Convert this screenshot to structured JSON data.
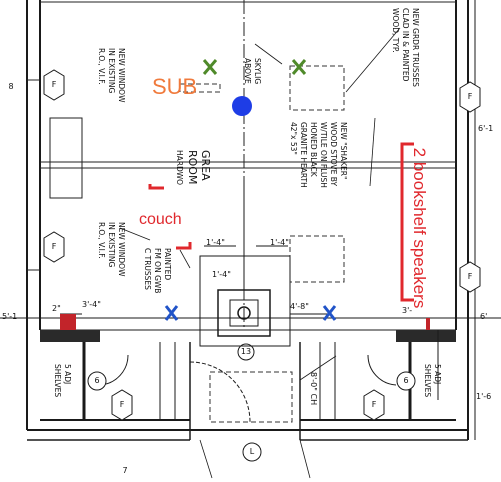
{
  "annotations": {
    "sub_label": "SUB",
    "couch_label": "couch",
    "speakers_label": "2 bookshelf speakers"
  },
  "plan_text": {
    "new_window_top": [
      "NEW WINDOW",
      "IN EXISTING",
      "R.O., V.I.F."
    ],
    "new_window_bottom": [
      "NEW WINDOW",
      "IN EXISTING",
      "R.O., V.I.F."
    ],
    "skylight": [
      "SKYLIG",
      "ABOVE"
    ],
    "girder": [
      "NEW GRDR TRUSSES",
      "CLAD IN & PAINTED",
      "WOOD, TYP."
    ],
    "stove": [
      "NEW \"SHAKER\"",
      "WOOD STOVE BY",
      "W/TILE ON FLUSH",
      "HONED BLACK",
      "GRANITE HEARTH",
      "42\"x 53\""
    ],
    "great_room": [
      "GREA",
      "ROOM",
      "HARDWO"
    ],
    "painted": [
      "PAINTED",
      "FM ON GWB",
      "C TRUSSES"
    ],
    "shelves_left": [
      "5 ADJ",
      "SHELVES"
    ],
    "shelves_right": [
      "5 ADJ",
      "SHELVES"
    ],
    "dim_1_4_a": "1'-4\"",
    "dim_1_4_b": "1'-4\"",
    "dim_1_4_c": "1'-4\"",
    "dim_4_8": "4'-8\"",
    "dim_6_1": "6'-1",
    "dim_6": "6'",
    "dim_1_6": "1'-6",
    "dim_2": "2\"",
    "dim_3_4": "3'-4\"",
    "dim_3": "3'-",
    "dim_8_0": "8'-0\" CH",
    "dim_5_1": "5'-1",
    "tag_f": "F",
    "tag_6": "6",
    "tag_13": "13",
    "tag_l": "L",
    "tag_8": "8",
    "tag_7": "7"
  },
  "colors": {
    "plan_line": "#1a1a1a",
    "accent_red": "#e0282d",
    "accent_orange": "#f07a3c",
    "subwoofer_blue": "#1e3de6",
    "speaker_x_blue": "#2154c8",
    "sub_x_green": "#4f8a2a",
    "marker_red": "#c2242a"
  }
}
